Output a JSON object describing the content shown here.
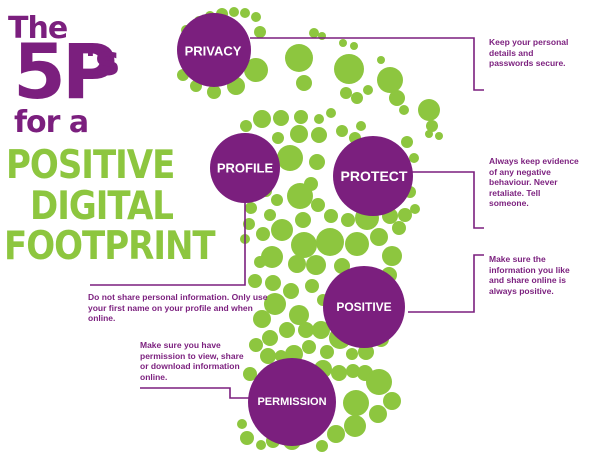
{
  "title": {
    "line_1": "The",
    "line_2": "5P",
    "line_2_suffix": "'s",
    "line_3": "for a",
    "line_4": "POSITIVE",
    "line_5": "DIGITAL",
    "line_6": "FOOTPRINT"
  },
  "colors": {
    "purple": "#7b1f7e",
    "green": "#8dc63f",
    "white": "#ffffff"
  },
  "principles": [
    {
      "label": "PRIVACY",
      "note": "Keep your personal details and passwords secure."
    },
    {
      "label": "PROFILE",
      "note": "Do not share personal information. Only use your first name on your profile and when online."
    },
    {
      "label": "PROTECT",
      "note": "Always keep evidence of any negative behaviour. Never retaliate. Tell someone."
    },
    {
      "label": "POSITIVE",
      "note": "Make sure the information you like and share online is always positive."
    },
    {
      "label": "PERMISSION",
      "note": "Make sure you have permission to view, share or download information online."
    }
  ]
}
